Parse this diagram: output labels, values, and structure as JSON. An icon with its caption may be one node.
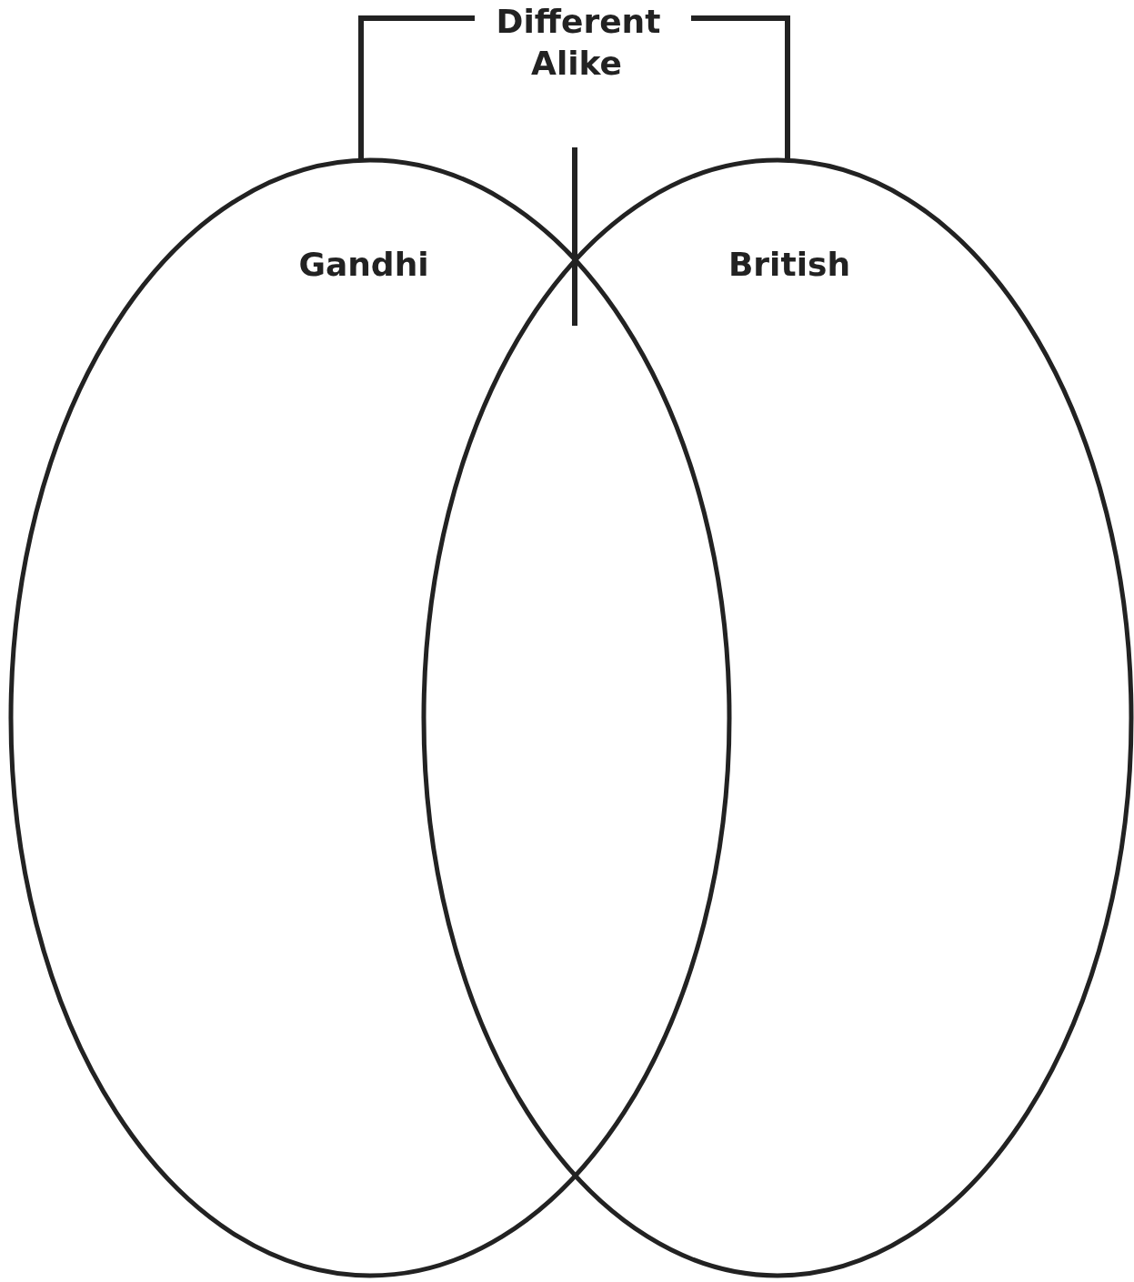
{
  "diagram": {
    "nodes": [
      {
        "text": [
          "Gandhi"
        ]
      },
      {
        "text": [
          "British"
        ]
      }
    ],
    "labels": [
      "Different",
      "Alike"
    ]
  }
}
